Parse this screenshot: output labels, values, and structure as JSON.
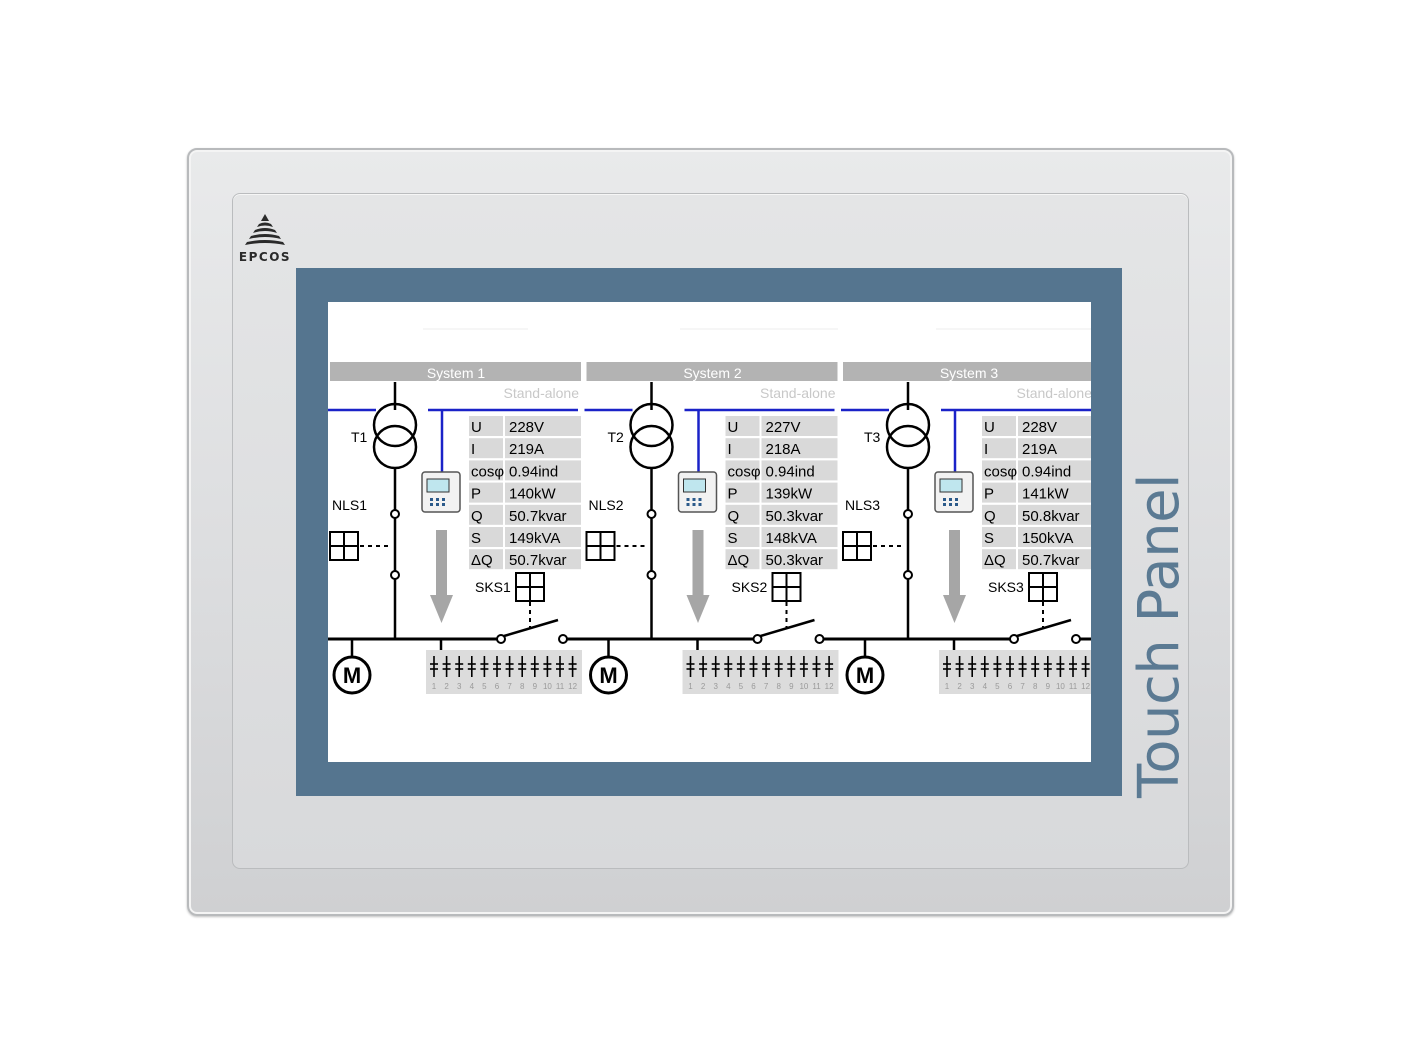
{
  "brand": {
    "name": "EPCOS"
  },
  "device_label": "Touch Panel",
  "systems": [
    {
      "title": "System 1",
      "mode": "Stand-alone",
      "transformer": "T1",
      "breaker_nls": "NLS1",
      "breaker_sks": "SKS1",
      "motor": "M",
      "measurements": [
        {
          "label": "U",
          "value": "228V"
        },
        {
          "label": "I",
          "value": "219A"
        },
        {
          "label": "cosφ",
          "value": "0.94ind"
        },
        {
          "label": "P",
          "value": "140kW"
        },
        {
          "label": "Q",
          "value": "50.7kvar"
        },
        {
          "label": "S",
          "value": "149kVA"
        },
        {
          "label": "ΔQ",
          "value": "50.7kvar"
        }
      ]
    },
    {
      "title": "System 2",
      "mode": "Stand-alone",
      "transformer": "T2",
      "breaker_nls": "NLS2",
      "breaker_sks": "SKS2",
      "motor": "M",
      "measurements": [
        {
          "label": "U",
          "value": "227V"
        },
        {
          "label": "I",
          "value": "218A"
        },
        {
          "label": "cosφ",
          "value": "0.94ind"
        },
        {
          "label": "P",
          "value": "139kW"
        },
        {
          "label": "Q",
          "value": "50.3kvar"
        },
        {
          "label": "S",
          "value": "148kVA"
        },
        {
          "label": "ΔQ",
          "value": "50.3kvar"
        }
      ]
    },
    {
      "title": "System 3",
      "mode": "Stand-alone",
      "transformer": "T3",
      "breaker_nls": "NLS3",
      "breaker_sks": "SKS3",
      "motor": "M",
      "measurements": [
        {
          "label": "U",
          "value": "228V"
        },
        {
          "label": "I",
          "value": "219A"
        },
        {
          "label": "cosφ",
          "value": "0.94ind"
        },
        {
          "label": "P",
          "value": "141kW"
        },
        {
          "label": "Q",
          "value": "50.8kvar"
        },
        {
          "label": "S",
          "value": "150kVA"
        },
        {
          "label": "ΔQ",
          "value": "50.7kvar"
        }
      ]
    }
  ],
  "capacitor_steps": [
    "1",
    "2",
    "3",
    "4",
    "5",
    "6",
    "7",
    "8",
    "9",
    "10",
    "11",
    "12"
  ],
  "colors": {
    "bezel": "#55758f",
    "feed_line": "#1a22c8",
    "header_bar": "#b3b3b3",
    "table_cell": "#d9d9d9",
    "label_text": "#5b7a93"
  }
}
